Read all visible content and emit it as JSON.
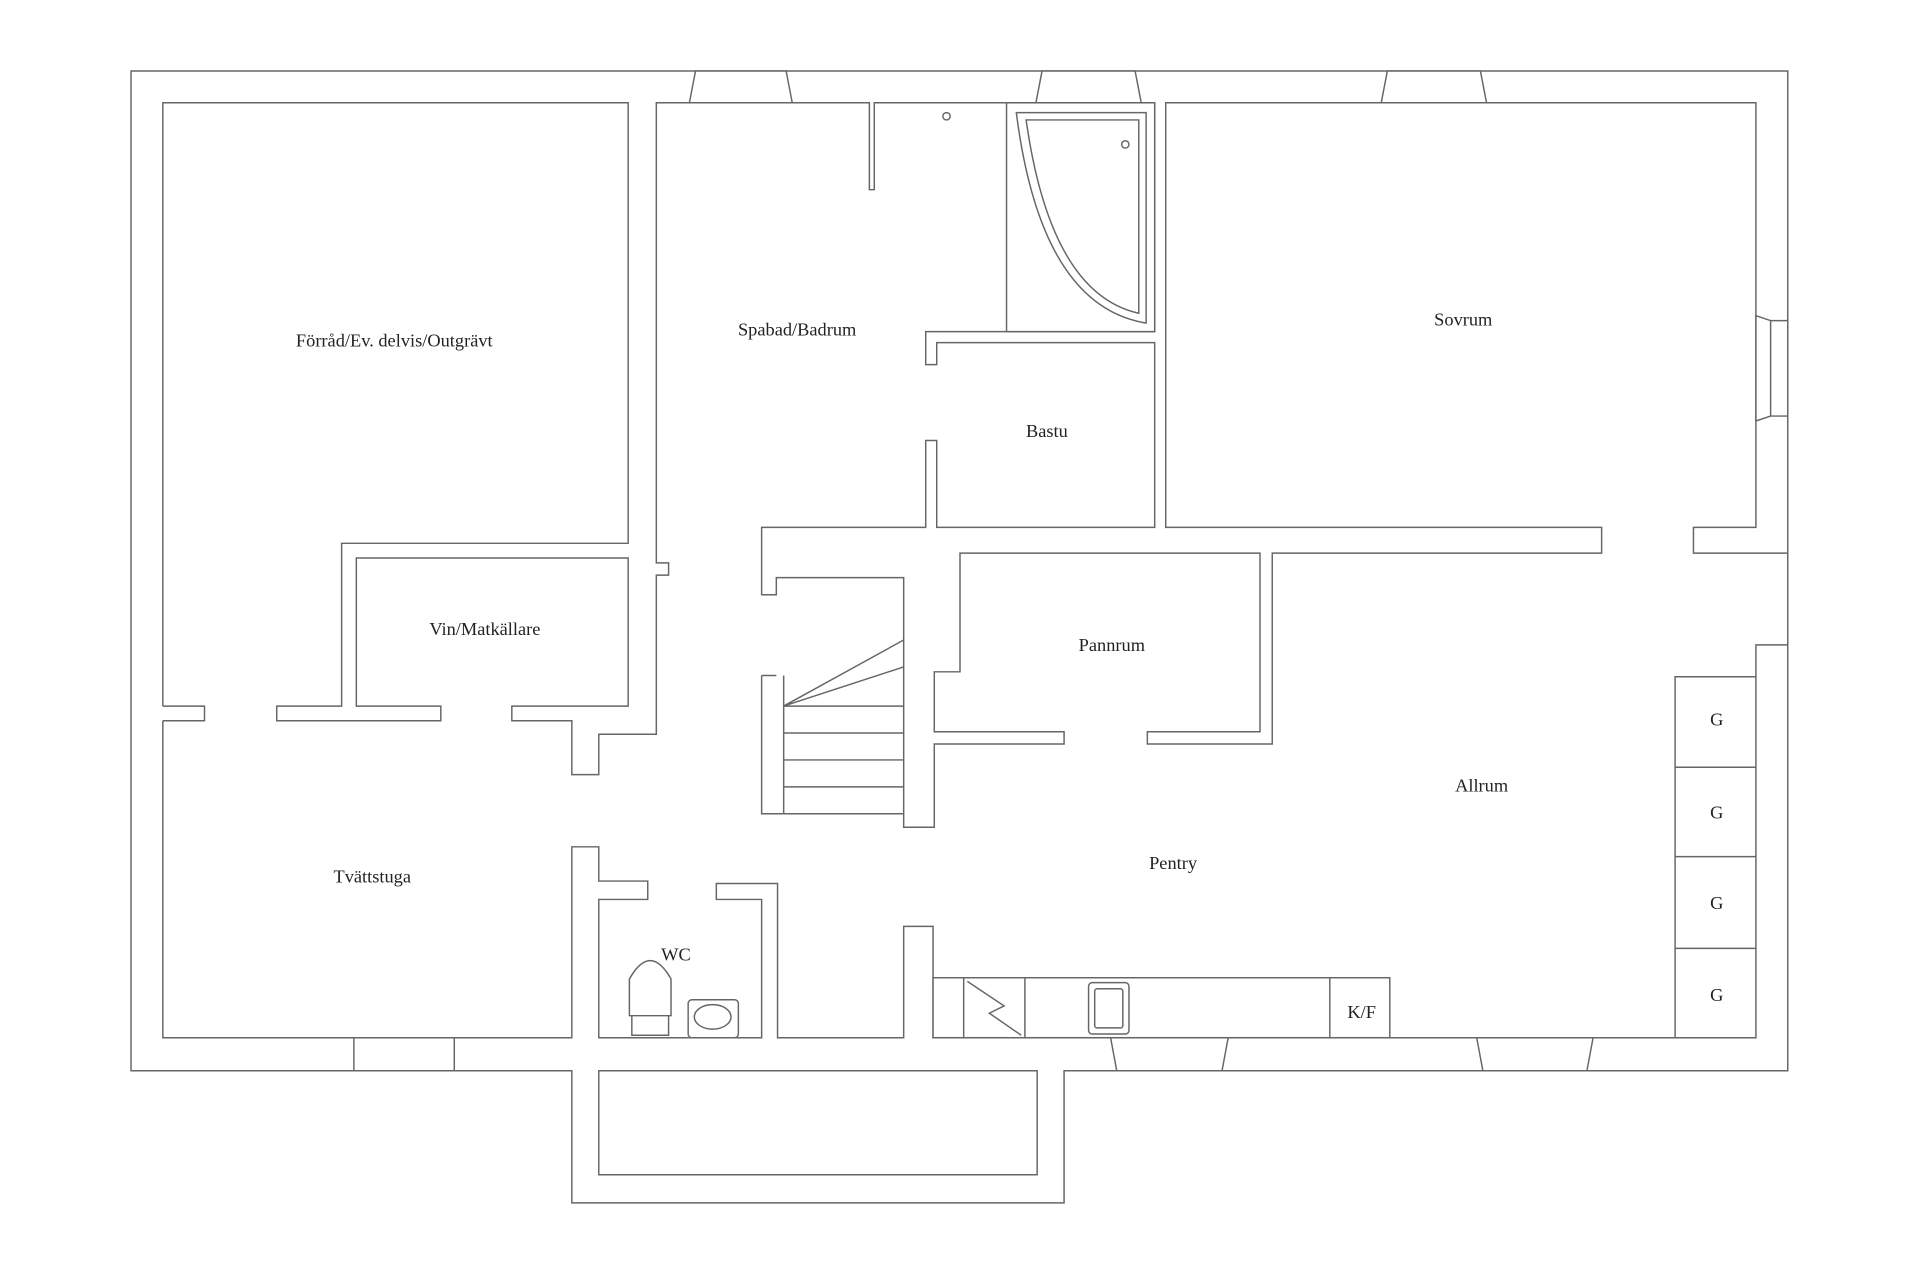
{
  "rooms": {
    "forrad": "Förråd/Ev. delvis/Outgrävt",
    "spabad": "Spabad/Badrum",
    "bastu": "Bastu",
    "sovrum": "Sovrum",
    "vin": "Vin/Matkällare",
    "pannrum": "Pannrum",
    "allrum": "Allrum",
    "tvattstuga": "Tvättstuga",
    "wc": "WC",
    "pentry": "Pentry",
    "kf": "K/F",
    "g": [
      "G",
      "G",
      "G",
      "G"
    ]
  },
  "colors": {
    "line": "#666666",
    "background": "#ffffff"
  }
}
